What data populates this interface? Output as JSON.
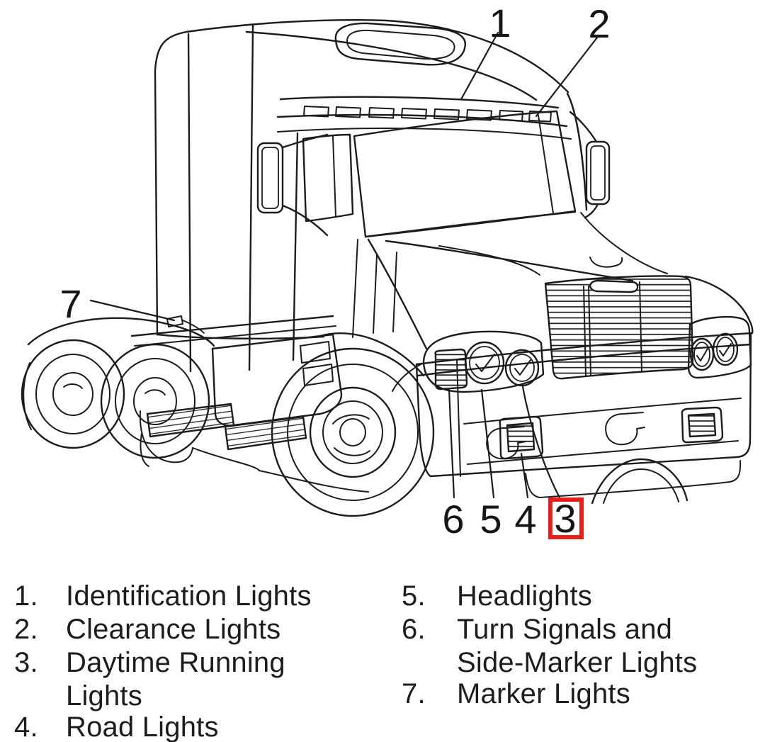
{
  "figure": {
    "type": "truck-exterior-lights-diagram",
    "highlight_color": "#e3201b",
    "line_color": "#1c1c1c",
    "callouts": [
      {
        "label": "1"
      },
      {
        "label": "2"
      },
      {
        "label": "7"
      },
      {
        "label": "6"
      },
      {
        "label": "5"
      },
      {
        "label": "4"
      },
      {
        "label": "3",
        "highlighted": true
      }
    ]
  },
  "legend": {
    "left": [
      {
        "number": "1.",
        "lines": [
          "Identification Lights",
          ""
        ]
      },
      {
        "number": "2.",
        "lines": [
          "Clearance Lights",
          ""
        ]
      },
      {
        "number": "3.",
        "lines": [
          "Daytime Running",
          "Lights"
        ]
      },
      {
        "number": "4.",
        "lines": [
          "Road Lights",
          ""
        ]
      }
    ],
    "right": [
      {
        "number": "5.",
        "lines": [
          "Headlights",
          ""
        ]
      },
      {
        "number": "6.",
        "lines": [
          "Turn Signals and",
          "Side-Marker Lights"
        ]
      },
      {
        "number": "7.",
        "lines": [
          "Marker Lights",
          ""
        ]
      }
    ]
  }
}
